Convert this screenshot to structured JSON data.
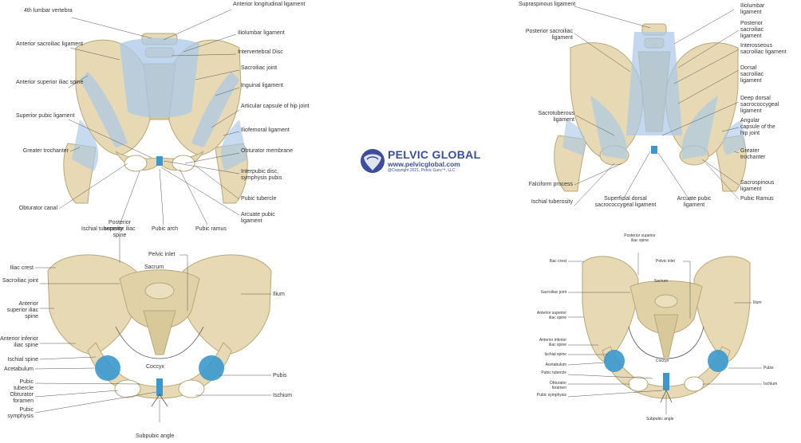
{
  "panel_top_left": {
    "labels_left": [
      "4th lumbar vertebra",
      "Anterior sacroiliac ligament",
      "Anterior superior iliac spine",
      "Superior pubic ligament",
      "Greater trochanter",
      "Obturator canal"
    ],
    "labels_right": [
      "Anterior longitudinal ligament",
      "Iliolumbar ligament",
      "Intervertebral Disc",
      "Sacroiliac joint",
      "Inguinal ligament",
      "Articular capsule of hip joint",
      "Iliofemoral ligament",
      "Obturator membrane",
      "Interpubic disc, symphysis pubis",
      "Pubic tubercle",
      "Arcuate pubic ligament"
    ],
    "labels_bottom": [
      "Ischial tuberosity",
      "Pubic arch",
      "Pubic ramus"
    ]
  },
  "panel_top_right": {
    "labels_left": [
      "Supraspinous ligament",
      "Posterior sacroiliac ligament",
      "Sacrotuberous ligament",
      "Falciform process",
      "Ischial tuberosity"
    ],
    "labels_right": [
      "Iliolumbar ligament",
      "Posterior sacroiliac ligament",
      "Interosseous sacroiliac ligament",
      "Dorsal sacroiliac ligament",
      "Deep dorsal sacrococcygeal ligament",
      "Angular capsule of the hip joint",
      "Greater trochanter",
      "Sacrospinous ligament",
      "Pubic Ramus"
    ],
    "labels_bottom": [
      "Superficial dorsal sacrococcygeal ligament",
      "Arcuate pubic ligament"
    ]
  },
  "panel_bottom_left": {
    "labels_left": [
      "Iliac crest",
      "Sacroiliac joint",
      "Anterior superior iliac spine",
      "Anterior inferior iliac spine",
      "Ischial spine",
      "Acetabulum",
      "Pubic tubercle",
      "Obturator foramen",
      "Pubic symphysis"
    ],
    "labels_right": [
      "Ilium",
      "Pubis",
      "Ischium"
    ],
    "labels_inner": [
      "Posterior superior iliac spine",
      "Pelvic inlet",
      "Sacrum",
      "Coccyx"
    ],
    "labels_bottom": [
      "Subpubic angle"
    ]
  },
  "panel_bottom_right": {
    "labels_left": [
      "Iliac crest",
      "Sacroiliac joint",
      "Anterior superior iliac spine",
      "Anterior inferior iliac spine",
      "Ischial spine",
      "Acetabulum",
      "Pubic tubercle",
      "Obturator foramen",
      "Pubic symphysis"
    ],
    "labels_right": [
      "Ilium",
      "Pubis",
      "Ischium"
    ],
    "labels_inner": [
      "Posterior superior iliac spine",
      "Pelvic inlet",
      "Sacrum",
      "Coccyx"
    ],
    "labels_bottom": [
      "Subpubic angle"
    ]
  },
  "logo": {
    "title": "PELVIC GLOBAL",
    "url": "www.pelvicglobal.com",
    "copyright": "@Copyright 2021, Pelvic Guru™, LLC"
  },
  "colors": {
    "bone": "#e6d9b3",
    "bone_shade": "#c9b98a",
    "ligament": "#a9c8e8",
    "cartilage": "#3a98cf",
    "brand": "#3b4d9c"
  }
}
